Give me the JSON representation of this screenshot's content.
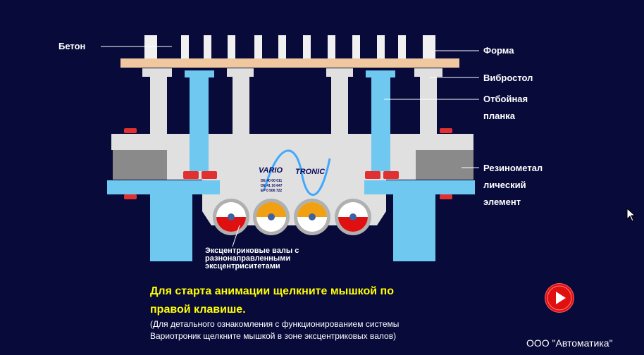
{
  "labels": {
    "concrete": "Бетон",
    "form": "Форма",
    "vibrotable": "Вибростол",
    "beater_line1": "Отбойная",
    "beater_line2": "планка",
    "rubber_line1": "Резинометал",
    "rubber_line2": "лический",
    "rubber_line3": "элемент",
    "shafts_line1": "Эксцентриковые валы с",
    "shafts_line2": "разнонаправленными",
    "shafts_line3": "эксцентриситетами"
  },
  "brand": {
    "left": "VARIO",
    "right": "TRONIC",
    "patent1": "DE 40 00 011",
    "patent2": "DE 41 16 647",
    "patent3": "EP 0 506 722"
  },
  "instructions": {
    "line1": "Для старта анимации щелкните мышкой по",
    "line2": "правой клавише.",
    "note1": "(Для детального ознакомления с функционированием системы",
    "note2": "Вариотроник щелкните мышкой в зоне эксцентриковых валов)"
  },
  "company": "ООО \"Автоматика\"",
  "icons": {
    "play": "play-icon",
    "cursor": "cursor-icon"
  },
  "colors": {
    "background": "#080a3a",
    "steel": "#e0e0e0",
    "blue_parts": "#6ec8f0",
    "form_plate": "#f0c8a0",
    "rubber": "#8a8a8a",
    "bolt": "#e03030",
    "instruction": "#ffff00",
    "play_button": "#e01010",
    "shaft_red": "#e01010",
    "shaft_orange": "#f0a010"
  }
}
